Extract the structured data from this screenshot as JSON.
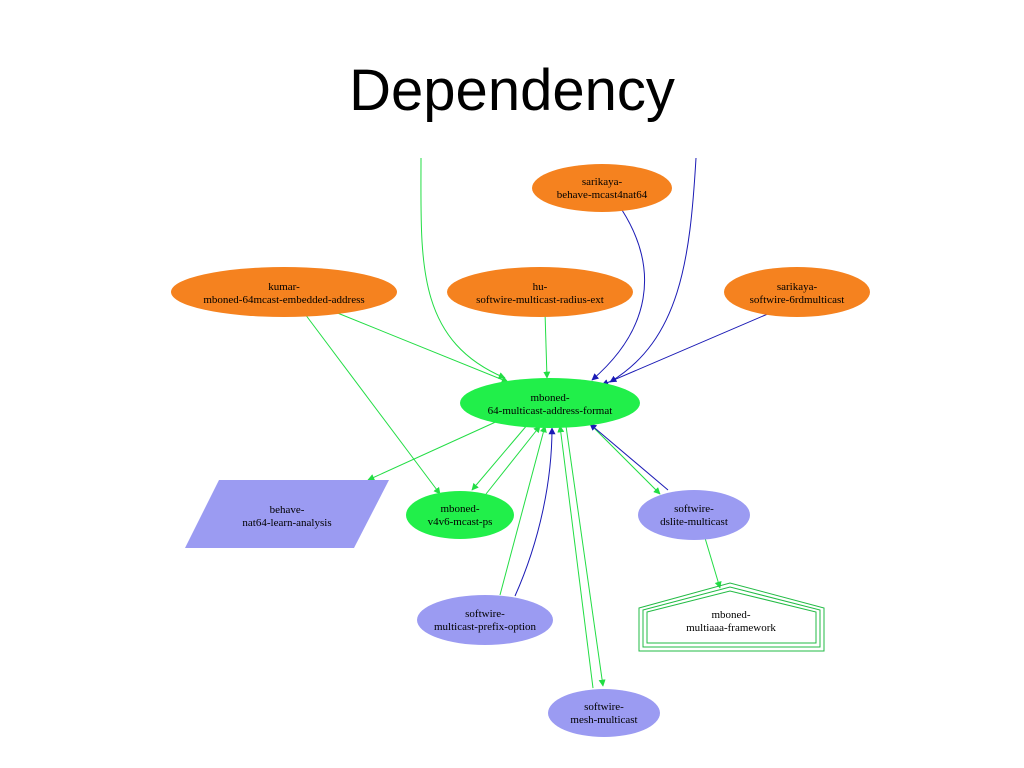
{
  "slide": {
    "title": "Dependency"
  },
  "colors": {
    "orange_node": "#f5821f",
    "green_node": "#21ef4a",
    "purple_node": "#9b9bf2",
    "green_edge": "#22dd44",
    "blue_edge": "#1a1ab5",
    "framework_outline": "#22bb44"
  },
  "nodes": {
    "sarikaya_mcast4nat64": {
      "line1": "sarikaya-",
      "line2": "behave-mcast4nat64"
    },
    "kumar": {
      "line1": "kumar-",
      "line2": "mboned-64mcast-embedded-address"
    },
    "hu": {
      "line1": "hu-",
      "line2": "softwire-multicast-radius-ext"
    },
    "sarikaya_6rd": {
      "line1": "sarikaya-",
      "line2": "softwire-6rdmulticast"
    },
    "mboned_format": {
      "line1": "mboned-",
      "line2": "64-multicast-address-format"
    },
    "behave_nat64": {
      "line1": "behave-",
      "line2": "nat64-learn-analysis"
    },
    "mboned_v4v6": {
      "line1": "mboned-",
      "line2": "v4v6-mcast-ps"
    },
    "softwire_dslite": {
      "line1": "softwire-",
      "line2": "dslite-multicast"
    },
    "softwire_prefix": {
      "line1": "softwire-",
      "line2": "multicast-prefix-option"
    },
    "mboned_multiaaa": {
      "line1": "mboned-",
      "line2": "multiaaa-framework"
    },
    "softwire_mesh": {
      "line1": "softwire-",
      "line2": "mesh-multicast"
    }
  }
}
